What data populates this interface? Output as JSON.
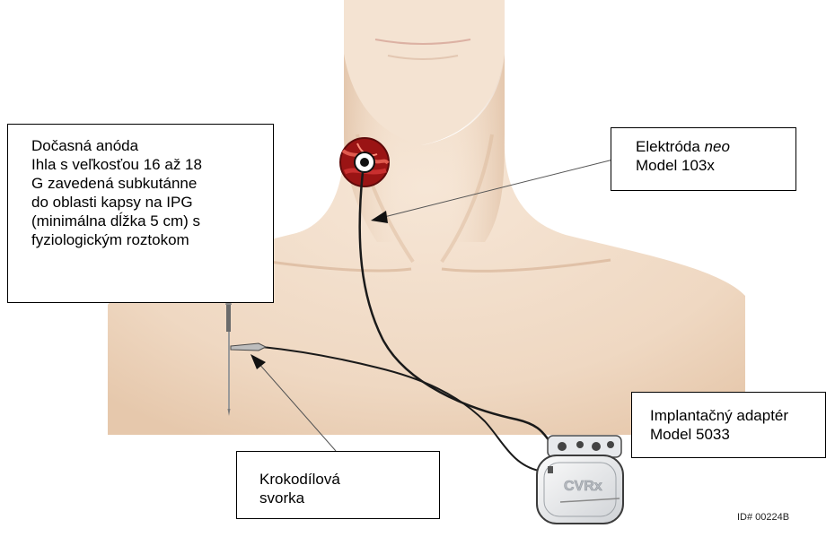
{
  "colors": {
    "background": "#ffffff",
    "skin": "#f1dcc7",
    "skin_shadow": "#e3c3a6",
    "lead": "#1a1a1a",
    "callout_border": "#000000",
    "artery": "#a81c1c"
  },
  "anode_callout": {
    "line1": "Dočasná anóda",
    "line2": "Ihla s veľkosťou 16 až 18",
    "line3": "G zavedená subkutánne",
    "line4": "do oblasti kapsy na IPG",
    "line5": "(minimálna dĺžka 5 cm) s",
    "line6": "fyziologickým roztokom"
  },
  "electrode_callout": {
    "line1_prefix": "Elektróda ",
    "line1_italic": "neo",
    "line2": "Model 103x"
  },
  "adapter_callout": {
    "line1": "Implantačný adaptér",
    "line2": "Model 5033"
  },
  "clip_callout": {
    "line1": "Krokodílová",
    "line2": "svorka"
  },
  "device_logo": "CVRx",
  "figure_id": "ID# 00224B"
}
